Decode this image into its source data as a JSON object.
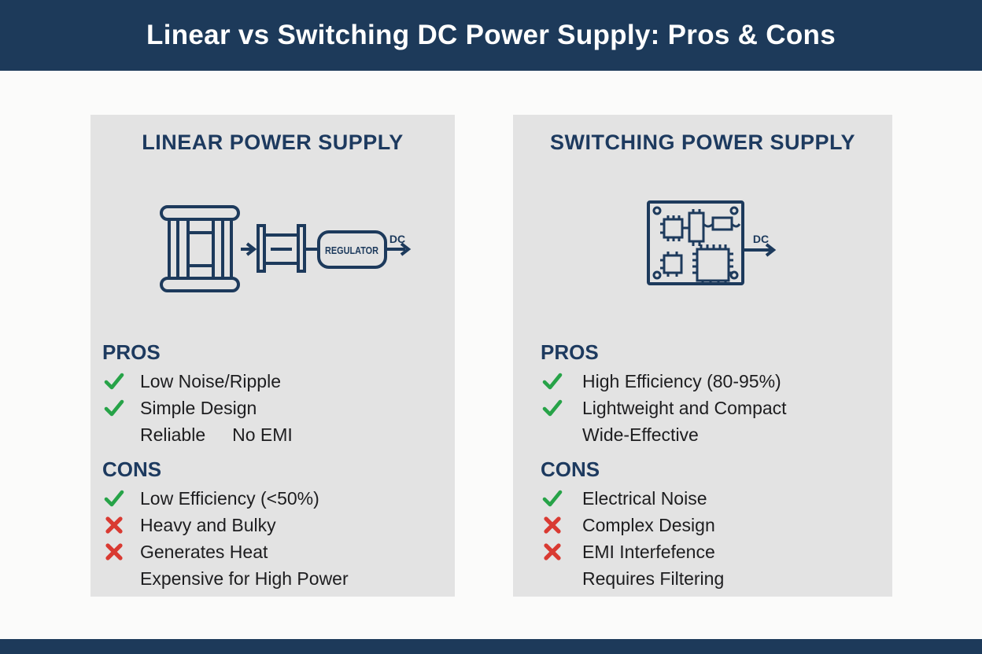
{
  "title": "Linear vs Switching DC Power Supply: Pros & Cons",
  "colors": {
    "navy_bar": "#1d3a5a",
    "heading_navy": "#1d3a5f",
    "card_bg": "#e3e3e3",
    "page_bg": "#fbfbfa",
    "check_green": "#27a348",
    "cross_red": "#d93a32",
    "body_text": "#1d1d1f"
  },
  "cards": [
    {
      "id": "linear",
      "heading": "LINEAR POWER SUPPLY",
      "diagram": {
        "type": "transformer-capacitor-regulator",
        "regulator_label": "REGULATOR",
        "dc_label": "DC"
      },
      "pros_label": "PROS",
      "pros": [
        {
          "icon": "check",
          "text": "Low Noise/Ripple"
        },
        {
          "icon": "check",
          "text": "Simple Design"
        },
        {
          "icon": "none",
          "text": "Reliable",
          "text2": "No EMI"
        }
      ],
      "cons_label": "CONS",
      "cons": [
        {
          "icon": "check",
          "text": "Low Efficiency (<50%)"
        },
        {
          "icon": "cross",
          "text": "Heavy and Bulky"
        },
        {
          "icon": "cross",
          "text": "Generates Heat"
        },
        {
          "icon": "none",
          "text": "Expensive for High Power"
        }
      ]
    },
    {
      "id": "switching",
      "heading": "SWITCHING POWER SUPPLY",
      "diagram": {
        "type": "circuit-board",
        "dc_label": "DC"
      },
      "pros_label": "PROS",
      "pros": [
        {
          "icon": "check",
          "text": "High Efficiency (80-95%)"
        },
        {
          "icon": "check",
          "text": "Lightweight and Compact"
        },
        {
          "icon": "none",
          "text": "Wide-Effective"
        }
      ],
      "cons_label": "CONS",
      "cons": [
        {
          "icon": "check",
          "text": "Electrical Noise"
        },
        {
          "icon": "cross",
          "text": "Complex Design"
        },
        {
          "icon": "cross",
          "text": "EMI Interfefence"
        },
        {
          "icon": "none",
          "text": "Requires Filtering"
        }
      ]
    }
  ]
}
